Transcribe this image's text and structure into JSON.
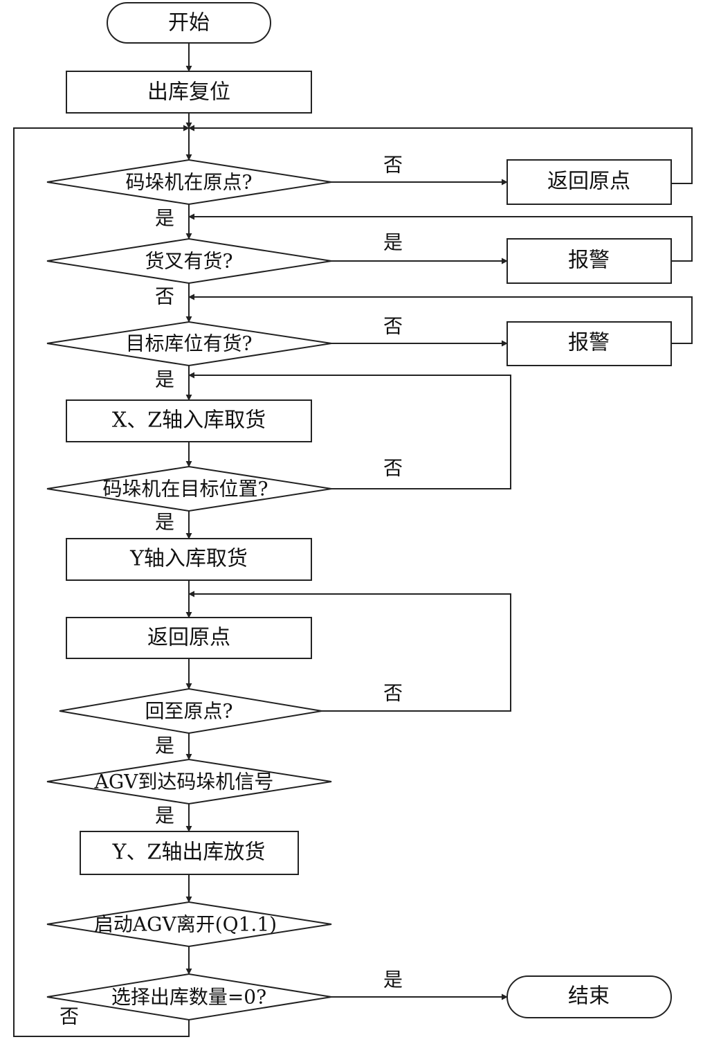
{
  "nodes": {
    "start": "开始",
    "reset": "出库复位",
    "q_origin": "码垛机在原点?",
    "return_origin_side": "返回原点",
    "q_fork": "货叉有货?",
    "alarm1": "报警",
    "q_target_slot": "目标库位有货?",
    "alarm2": "报警",
    "xz_pick": "X、Z轴入库取货",
    "q_target_pos": "码垛机在目标位置?",
    "y_pick": "Y轴入库取货",
    "return_origin": "返回原点",
    "q_back_origin": "回至原点?",
    "q_agv_arrive": "AGV到达码垛机信号",
    "yz_place": "Y、Z轴出库放货",
    "agv_leave": "启动AGV离开(Q1.1)",
    "q_count_zero": "选择出库数量=0?",
    "end": "结束"
  },
  "branches": {
    "origin_no": "否",
    "origin_yes": "是",
    "fork_yes": "是",
    "fork_no": "否",
    "slot_no": "否",
    "slot_yes": "是",
    "pos_no": "否",
    "pos_yes": "是",
    "back_no": "否",
    "back_yes": "是",
    "agv_yes": "是",
    "count_yes": "是",
    "count_no": "否"
  }
}
